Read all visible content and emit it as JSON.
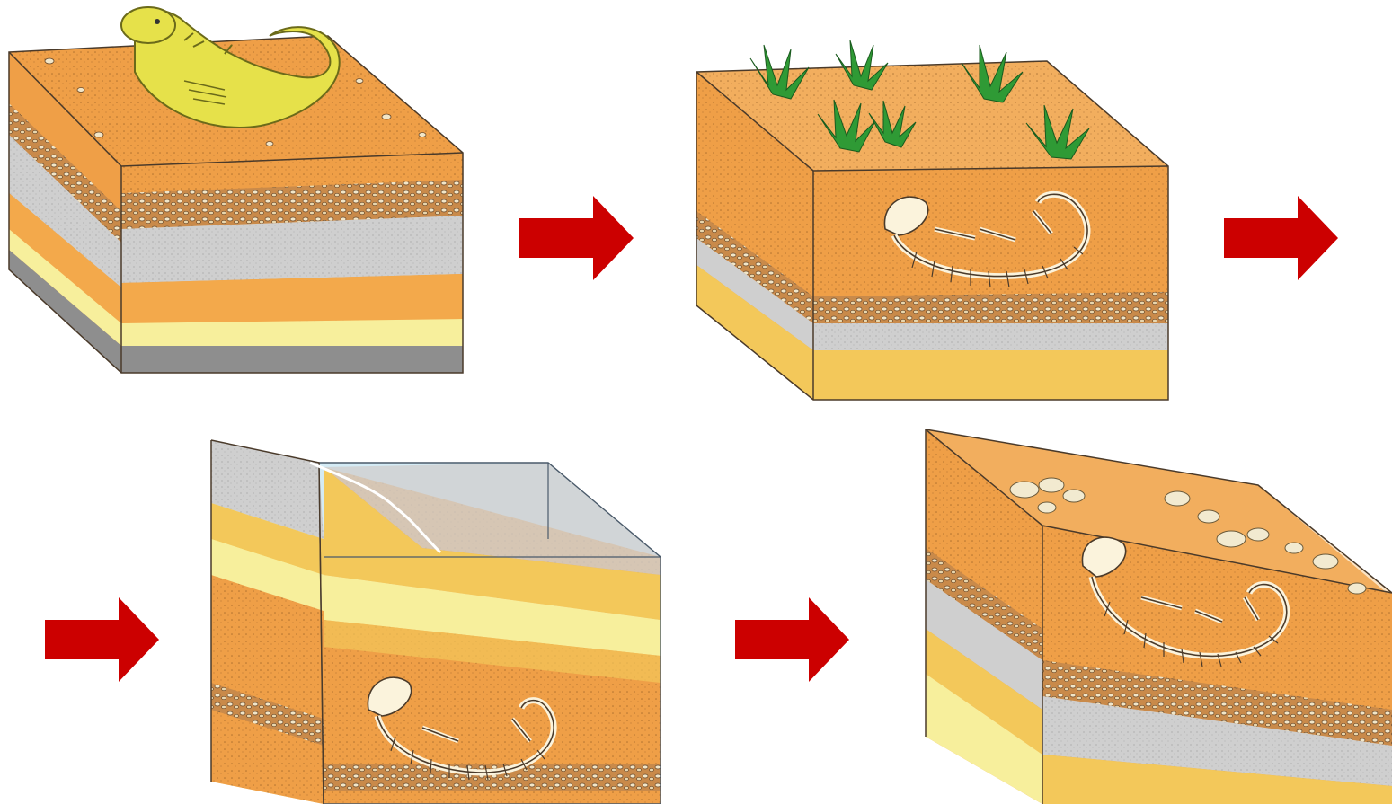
{
  "diagram": {
    "stages": [
      {
        "id": "death",
        "subject": "lizard-carcass",
        "surface": "bare-ground-with-pebbles"
      },
      {
        "id": "burial",
        "subject": "skeleton-buried",
        "surface": "plants"
      },
      {
        "id": "submergence",
        "subject": "skeleton-deeply-buried",
        "surface": "sea-water"
      },
      {
        "id": "exposure",
        "subject": "skeleton-exposed-near-surface",
        "surface": "eroded-rocks"
      }
    ],
    "arrow_count": 4
  },
  "colors": {
    "arrow": "#cc0000",
    "topsoil": "#ef9f47",
    "topsoil_light": "#f7c27a",
    "gravel": "#c98a4a",
    "grey_layer": "#cfcfcf",
    "yellow_layer": "#f3c85a",
    "pale_yellow_layer": "#f7ef9c",
    "bedrock": "#8e8e8e",
    "lizard": "#e6e14a",
    "lizard_outline": "#6b6a1a",
    "plant": "#2f9a35",
    "water": "#cfe9f4",
    "bone": "#fbf3dc",
    "outline": "#4a3a2a"
  }
}
